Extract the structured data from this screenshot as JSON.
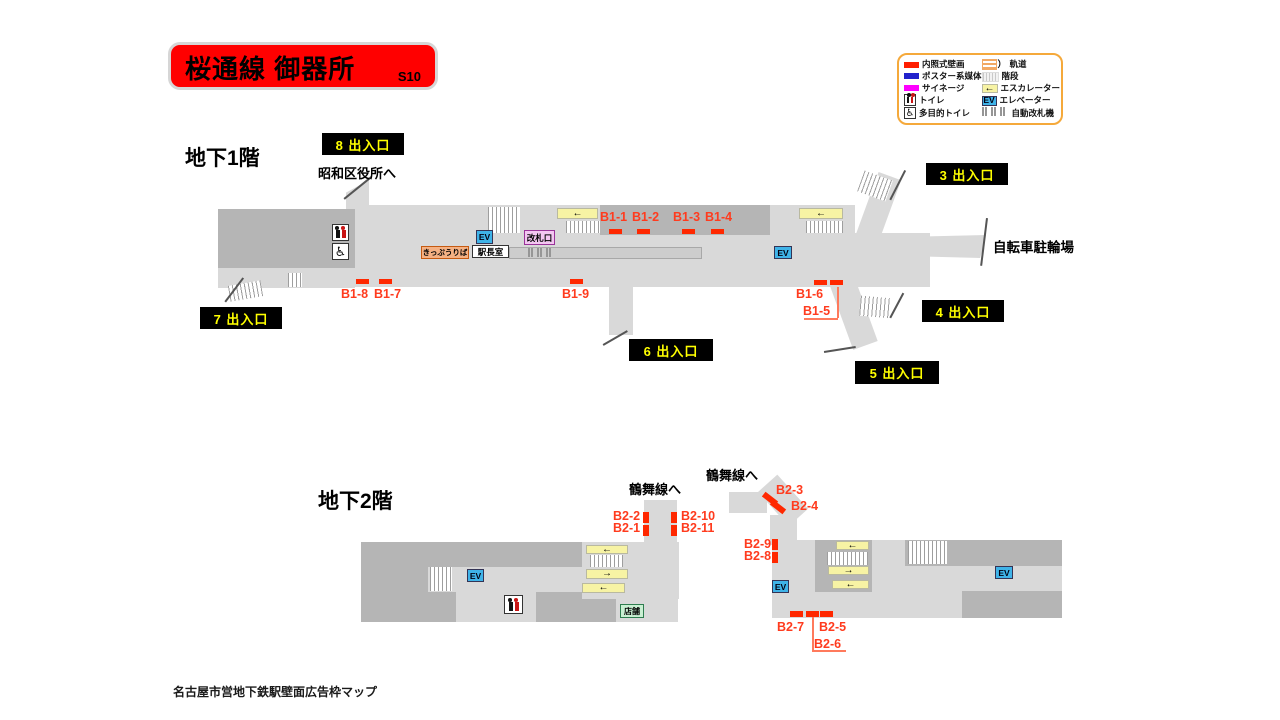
{
  "title": {
    "name": "桜通線 御器所",
    "code": "S10"
  },
  "caption": "名古屋市営地下鉄駅壁面広告枠マップ",
  "colors": {
    "accent_red": "#ff0000",
    "slot_bar": "#ff2800",
    "slot_text": "#ff3b1e",
    "exit_bg": "#000000",
    "exit_text": "#ffff00",
    "elevator_blue": "#3fb3e8",
    "escalator_yellow": "#f7f3a4",
    "legend_border": "#f5a93b",
    "floor_light": "#d9d9d9",
    "floor_dark": "#b5b5b5",
    "poster_blue": "#2222cc",
    "signage_magenta": "#ff00ff"
  },
  "legend": {
    "left": [
      {
        "label": "内照式壁画"
      },
      {
        "label": "ポスター系媒体"
      },
      {
        "label": "サイネージ"
      },
      {
        "label": "トイレ"
      },
      {
        "label": "多目的トイレ"
      }
    ],
    "right": [
      {
        "label": "軌道"
      },
      {
        "label": "階段"
      },
      {
        "label": "エスカレーター"
      },
      {
        "label": "エレベーター"
      },
      {
        "label": "自動改札機"
      }
    ]
  },
  "rooms": {
    "ticket_office": "きっぷうりば",
    "station_master": "駅長室",
    "ticket_gate": "改札口",
    "shop": "店舗",
    "elevator": "EV"
  },
  "icons": {
    "arrow_left": "←",
    "arrow_right": "→",
    "wheelchair": "♿",
    "track_paren": "）"
  },
  "floors": {
    "b1": {
      "label": "地下1階",
      "exits": [
        "8 出入口",
        "3 出入口",
        "7 出入口",
        "4 出入口",
        "6 出入口",
        "5 出入口"
      ],
      "notes": {
        "city_office": "昭和区役所へ",
        "bicycle": "自転車駐輪場"
      },
      "slots": [
        "B1-1",
        "B1-2",
        "B1-3",
        "B1-4",
        "B1-5",
        "B1-6",
        "B1-7",
        "B1-8",
        "B1-9"
      ]
    },
    "b2": {
      "label": "地下2階",
      "notes": {
        "tsurumai": "鶴舞線へ"
      },
      "slots": [
        "B2-1",
        "B2-2",
        "B2-3",
        "B2-4",
        "B2-5",
        "B2-6",
        "B2-7",
        "B2-8",
        "B2-9",
        "B2-10",
        "B2-11"
      ]
    }
  }
}
